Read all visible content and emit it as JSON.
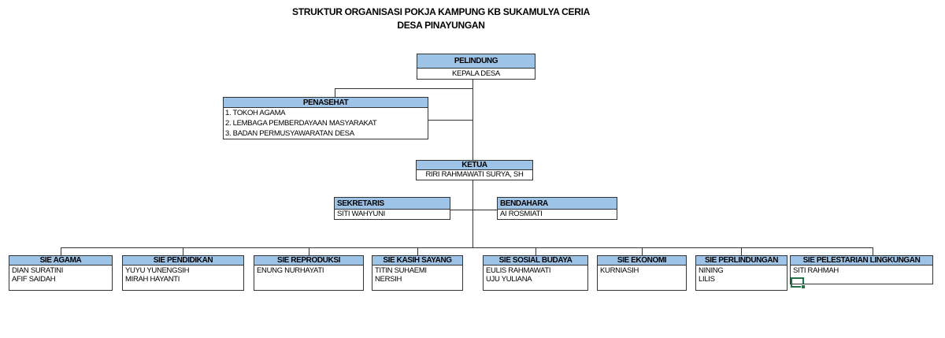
{
  "title": {
    "line1": "STRUKTUR ORGANISASI POKJA KAMPUNG KB SUKAMULYA CERIA",
    "line2": "DESA PINAYUNGAN"
  },
  "colors": {
    "header_fill": "#9DC3E6",
    "box_border": "#333333",
    "connector": "#333333",
    "active_cell_green": "#217346",
    "background": "#FFFFFF",
    "text": "#000000"
  },
  "nodes": {
    "pelindung": {
      "title": "PELINDUNG",
      "members": [
        "KEPALA DESA"
      ]
    },
    "penasehat": {
      "title": "PENASEHAT",
      "members": [
        "1. TOKOH AGAMA",
        "2. LEMBAGA PEMBERDAYAAN MASYARAKAT",
        "3. BADAN PERMUSYAWARATAN DESA"
      ]
    },
    "ketua": {
      "title": "KETUA",
      "members": [
        "RIRI RAHMAWATI SURYA, SH"
      ]
    },
    "sekretaris": {
      "title": "SEKRETARIS",
      "members": [
        "SITI WAHYUNI"
      ]
    },
    "bendahara": {
      "title": "BENDAHARA",
      "members": [
        "AI ROSMIATI"
      ]
    },
    "sie": [
      {
        "title": "SIE AGAMA",
        "members": [
          "DIAN SURATINI",
          "AFIF SAIDAH"
        ]
      },
      {
        "title": "SIE PENDIDIKAN",
        "members": [
          "YUYU YUNENGSIH",
          "MIRAH HAYANTI"
        ]
      },
      {
        "title": "SIE REPRODUKSI",
        "members": [
          "ENUNG NURHAYATI"
        ]
      },
      {
        "title": "SIE KASIH SAYANG",
        "members": [
          "TITIN SUHAEMI",
          "NERSIH"
        ]
      },
      {
        "title": "SIE SOSIAL BUDAYA",
        "members": [
          "EULIS RAHMAWATI",
          "UJU YULIANA"
        ]
      },
      {
        "title": "SIE EKONOMI",
        "members": [
          "KURNIASIH"
        ]
      },
      {
        "title": "SIE PERLINDUNGAN",
        "members": [
          "NINING",
          "LILIS"
        ]
      },
      {
        "title": "SIE PELESTARIAN LINGKUNGAN",
        "members": [
          "SITI RAHMAH"
        ]
      }
    ]
  }
}
